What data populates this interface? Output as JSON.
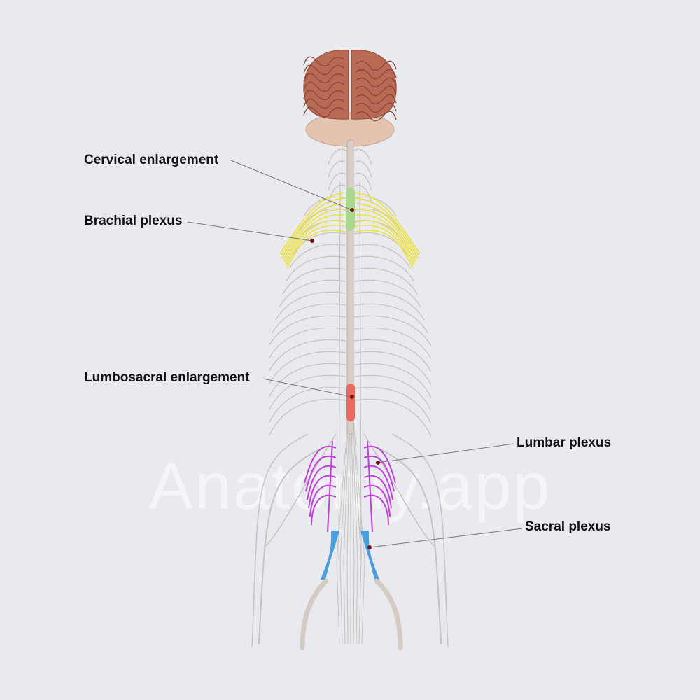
{
  "watermark": "Anatomy.app",
  "labels": {
    "cervical": "Cervical enlargement",
    "brachial": "Brachial plexus",
    "lumbosacral": "Lumbosacral enlargement",
    "lumbar": "Lumbar plexus",
    "sacral": "Sacral plexus"
  },
  "colors": {
    "background": "#e9e9f0",
    "nerve": "#c9c3bd",
    "cord": "#d9cfc6",
    "brain": "#b86a55",
    "cerebellum": "#e2c4b0",
    "cervical_enlargement": "#a8d890",
    "brachial_plexus": "#ece22a",
    "lumbosacral_enlargement": "#ea6a60",
    "lumbar_plexus": "#c040d8",
    "sacral_plexus": "#4a9ee0",
    "marker": "#7a1010"
  }
}
